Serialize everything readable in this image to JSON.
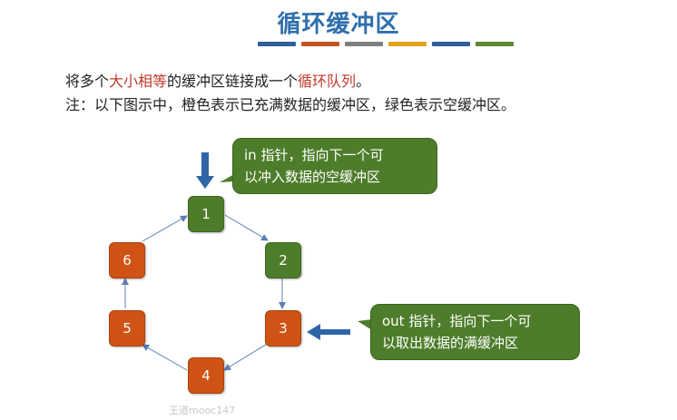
{
  "title": "循环缓冲区",
  "stripe_colors": [
    "#2f5f9a",
    "#c1551f",
    "#7f7f7f",
    "#e3a21a",
    "#2f5f9a",
    "#5c8a32"
  ],
  "intro": {
    "part1": "将多个",
    "highlight1": "大小相等",
    "part2": "的缓冲区链接成一个",
    "highlight2": "循环队列",
    "part3": "。"
  },
  "note": "注：以下图示中，橙色表示已充满数据的缓冲区，绿色表示空缓冲区。",
  "buffers": [
    {
      "label": "1",
      "state": "empty"
    },
    {
      "label": "2",
      "state": "empty"
    },
    {
      "label": "3",
      "state": "full"
    },
    {
      "label": "4",
      "state": "full"
    },
    {
      "label": "5",
      "state": "full"
    },
    {
      "label": "6",
      "state": "full"
    }
  ],
  "in_callout": {
    "line1": "in 指针，指向下一个可",
    "line2": "以冲入数据的空缓冲区"
  },
  "out_callout": {
    "line1": "out 指针，指向下一个可",
    "line2": "以取出数据的满缓冲区"
  },
  "watermark": "王道mooc147",
  "colors": {
    "green": "#4d7d2b",
    "orange": "#cf5315",
    "arrow": "#5b7fb5",
    "pointer": "#2f64a6",
    "title": "#2f6fae",
    "highlight": "#c0392b"
  }
}
